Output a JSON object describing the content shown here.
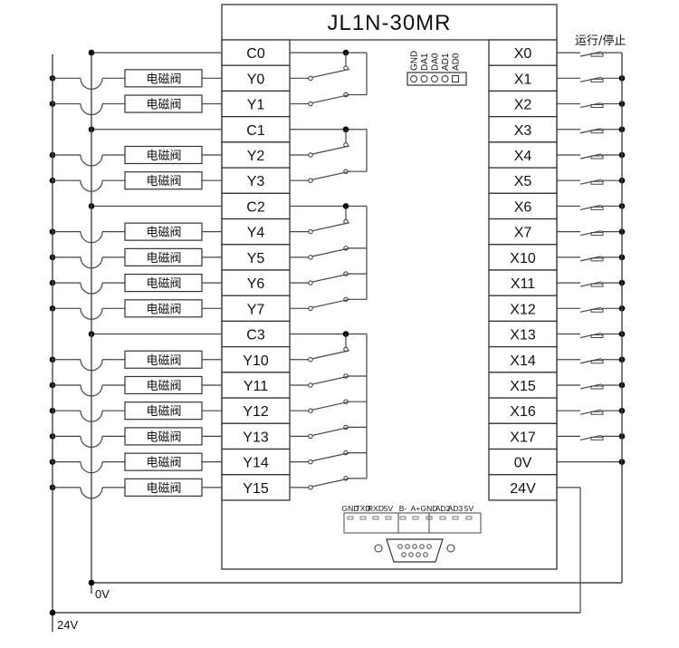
{
  "plc": {
    "model": "JL1N-30MR",
    "output_terminals": [
      "C0",
      "Y0",
      "Y1",
      "C1",
      "Y2",
      "Y3",
      "C2",
      "Y4",
      "Y5",
      "Y6",
      "Y7",
      "C3",
      "Y10",
      "Y11",
      "Y12",
      "Y13",
      "Y14",
      "Y15"
    ],
    "input_terminals": [
      "X0",
      "X1",
      "X2",
      "X3",
      "X4",
      "X5",
      "X6",
      "X7",
      "X10",
      "X11",
      "X12",
      "X13",
      "X14",
      "X15",
      "X16",
      "X17",
      "0V",
      "24V"
    ],
    "analog_header_labels": [
      "AD0",
      "AD1",
      "DA0",
      "DA1",
      "GND"
    ],
    "comm_labels": [
      "GND",
      "TXD",
      "RXD",
      "5V",
      "B-",
      "A+",
      "GND",
      "AD2",
      "AD3",
      "5V"
    ]
  },
  "loads": {
    "label": "电磁阀",
    "outputs": [
      "Y0",
      "Y1",
      "Y2",
      "Y3",
      "Y4",
      "Y5",
      "Y6",
      "Y7",
      "Y10",
      "Y11",
      "Y12",
      "Y13",
      "Y14",
      "Y15"
    ]
  },
  "inputs": {
    "switch_label": "运行/停止"
  },
  "power": {
    "zero_volt_label": "0V",
    "supply_label": "24V"
  }
}
